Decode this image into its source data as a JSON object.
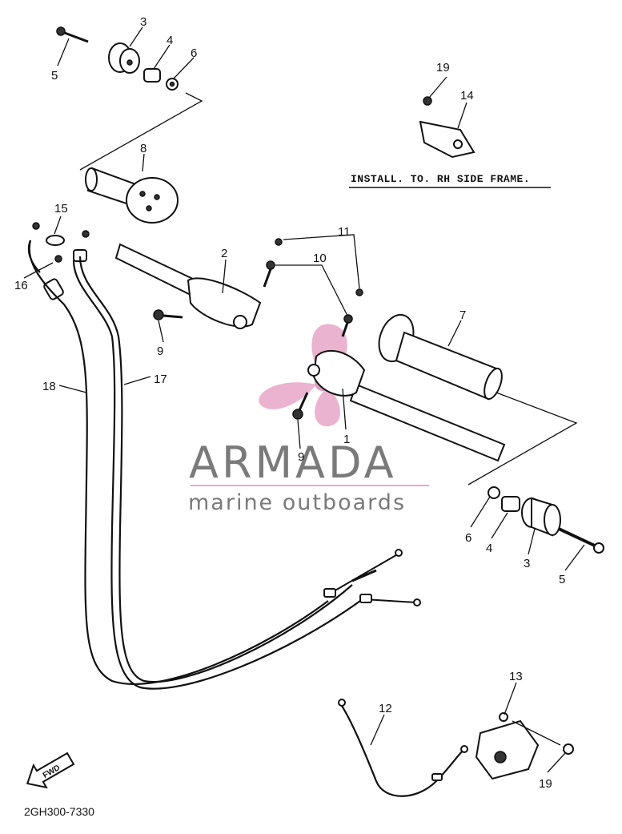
{
  "note": "INSTALL. TO. RH SIDE FRAME.",
  "diagram_code": "2GH300-7330",
  "fwd_label": "FWD",
  "watermark": {
    "brand": "ARMADA",
    "tagline": "marine outboards"
  },
  "callouts": {
    "c1": "1",
    "c2": "2",
    "c3a": "3",
    "c3b": "3",
    "c4a": "4",
    "c4b": "4",
    "c5a": "5",
    "c5b": "5",
    "c6a": "6",
    "c6b": "6",
    "c7": "7",
    "c8": "8",
    "c9a": "9",
    "c9b": "9",
    "c10": "10",
    "c11": "11",
    "c12": "12",
    "c13": "13",
    "c14": "14",
    "c15": "15",
    "c16": "16",
    "c17": "17",
    "c18": "18",
    "c19a": "19",
    "c19b": "19"
  },
  "colors": {
    "line": "#111111",
    "watermark_gray": "#7a7a7a",
    "watermark_pink": "#e7a6c8"
  }
}
